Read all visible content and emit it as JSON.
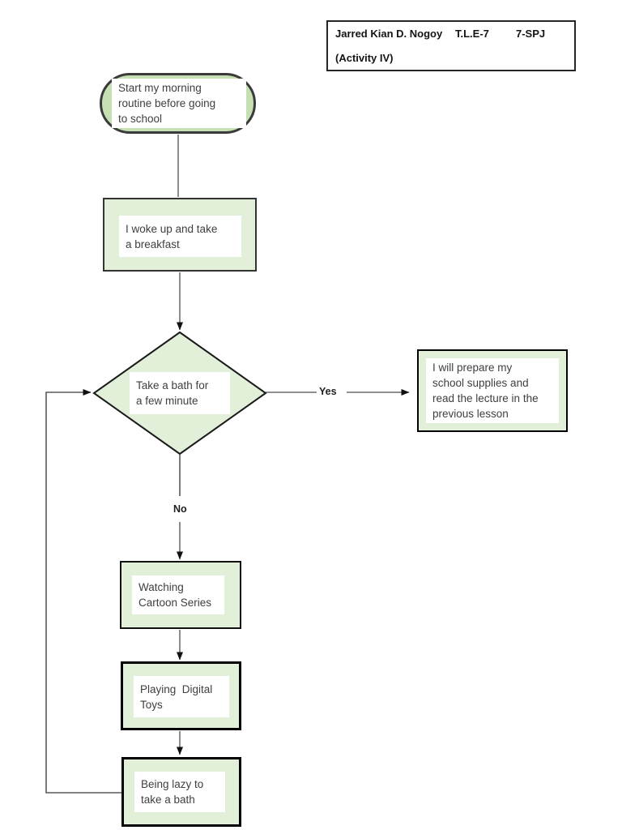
{
  "page": {
    "background": "#ffffff"
  },
  "header": {
    "student_name": "Jarred Kian D. Nogoy",
    "subject_code": "T.L.E-7",
    "section": "7-SPJ",
    "activity": "(Activity IV)"
  },
  "flowchart": {
    "start": {
      "label": "Start my morning\nroutine before going\nto school"
    },
    "step_breakfast": {
      "label": "I woke up and take\na breakfast"
    },
    "decision_bath": {
      "label": "Take a bath for\na few minute"
    },
    "yes_label": "Yes",
    "no_label": "No",
    "outcome_prepare": {
      "label": "I will prepare my\nschool supplies and\nread the lecture in the\nprevious lesson"
    },
    "step_cartoons": {
      "label": "Watching\nCartoon Series"
    },
    "step_toys": {
      "label": "Playing  Digital\nToys"
    },
    "step_lazy": {
      "label": "Being lazy to\ntake a bath"
    }
  },
  "colors": {
    "start_fill": "#c6e0b4",
    "shape_fill": "#e2efd9",
    "shape_border": "#1a1a1a",
    "connector": "#4d4d4d",
    "arrowhead": "#111111",
    "text": "#3f3f3f"
  }
}
